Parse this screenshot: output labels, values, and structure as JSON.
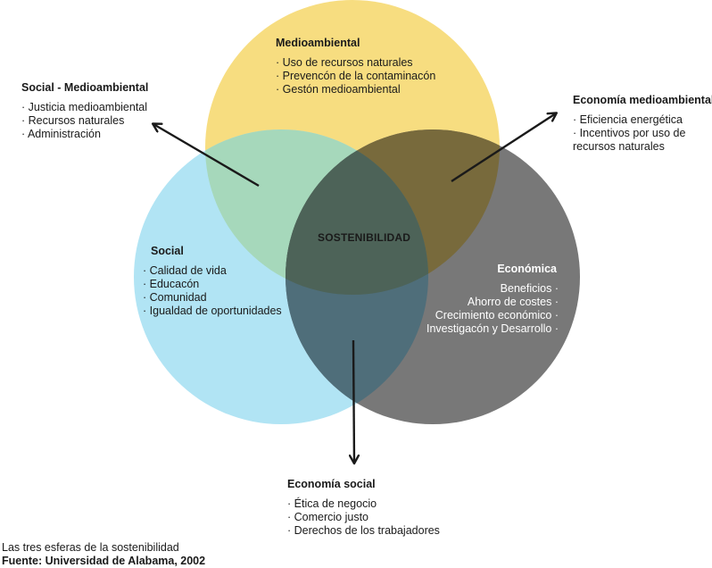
{
  "colors": {
    "yellow": "#f7dd80",
    "blue": "#b1e4f4",
    "gray": "#787878",
    "yellow_blue": "#a6d8bb",
    "yellow_gray": "#786a3c",
    "blue_gray": "#4f6e7a",
    "all": "#4d6358",
    "arrow": "#1a1a1a"
  },
  "sets": {
    "environmental": {
      "title": "Medioambiental",
      "items": [
        "Uso de recursos naturales",
        "Prevencón de la contaminacón",
        "Gestón medioambiental"
      ]
    },
    "social": {
      "title": "Social",
      "items": [
        "Calidad de vida",
        "Educacón",
        "Comunidad",
        "Igualdad de oportunidades"
      ]
    },
    "economic": {
      "title": "Económica",
      "items": [
        "Beneficios",
        "Ahorro de costes",
        "Crecimiento económico",
        "Investigacón y Desarrollo"
      ]
    }
  },
  "center": {
    "label": "SOSTENIBILIDAD"
  },
  "overlaps": {
    "social_environmental": {
      "title": "Social - Medioambiental",
      "items": [
        "Justicia medioambiental",
        "Recursos naturales",
        "Administración"
      ]
    },
    "economic_environmental": {
      "title": "Economía medioambiental",
      "items": [
        "Eficiencia energética",
        "Incentivos por uso de recursos naturales"
      ]
    },
    "economic_social": {
      "title": "Economía social",
      "items": [
        "Ética de negocio",
        "Comercio justo",
        "Derechos de los trabajadores"
      ]
    }
  },
  "caption": {
    "text": "Las tres esferas de la sostenibilidad",
    "source": "Fuente: Universidad de Alabama, 2002"
  }
}
